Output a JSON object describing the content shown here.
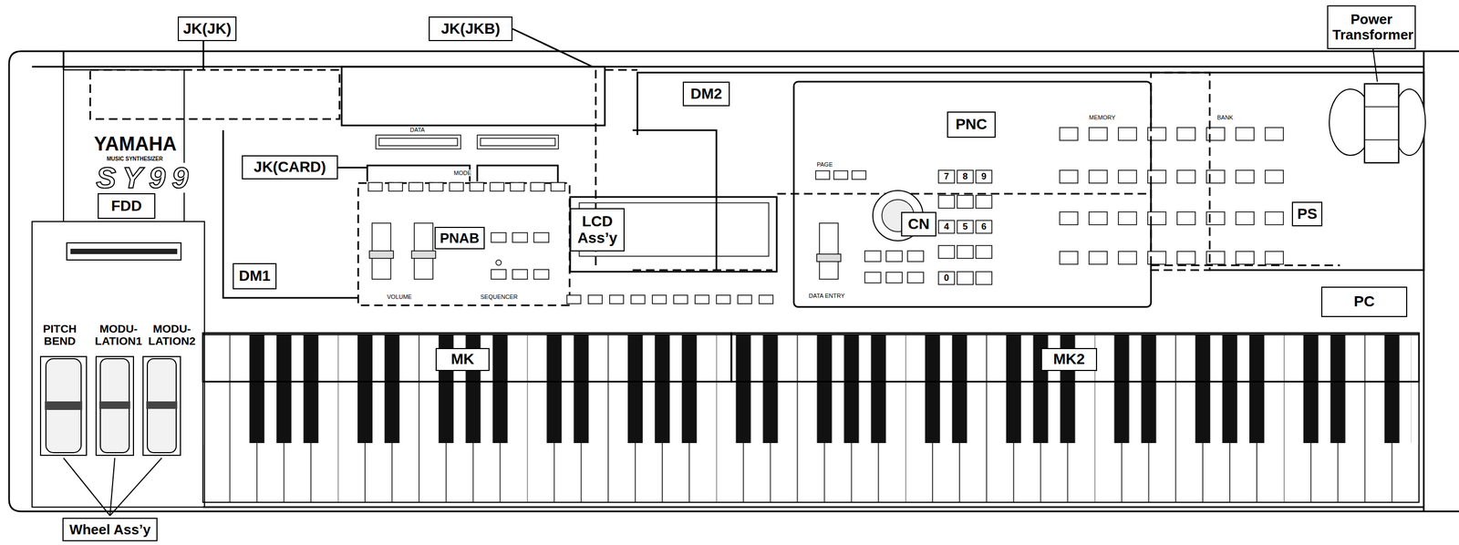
{
  "diagram": {
    "nodes": [
      {
        "text": [
          "JK(JK)"
        ]
      },
      {
        "text": [
          "JK(JKB)"
        ]
      },
      {
        "text": [
          "Power Transformer"
        ]
      },
      {
        "text": [
          "DM2"
        ]
      },
      {
        "text": [
          "PNC"
        ]
      },
      {
        "text": [
          "JK(CARD)"
        ]
      },
      {
        "text": [
          "FDD"
        ]
      },
      {
        "text": [
          "LCD Ass’y"
        ]
      },
      {
        "text": [
          "PNAB"
        ]
      },
      {
        "text": [
          "CN"
        ]
      },
      {
        "text": [
          "PS"
        ]
      },
      {
        "text": [
          "DM1"
        ]
      },
      {
        "text": [
          "PC"
        ]
      },
      {
        "text": [
          "MK"
        ]
      },
      {
        "text": [
          "MK2"
        ]
      },
      {
        "text": [
          "Wheel Ass’y"
        ]
      }
    ],
    "labels": [
      "YAMAHA",
      "MUSIC SYNTHESIZER",
      "SY99",
      "DATA",
      "MODE",
      "PAGE",
      "MEMORY",
      "BANK",
      "7",
      "8",
      "9",
      "4",
      "5",
      "6",
      "0",
      "VOLUME",
      "SEQUENCER",
      "DATA ENTRY",
      "PITCH BEND",
      "MODU- LATION1",
      "MODU- LATION2"
    ]
  }
}
